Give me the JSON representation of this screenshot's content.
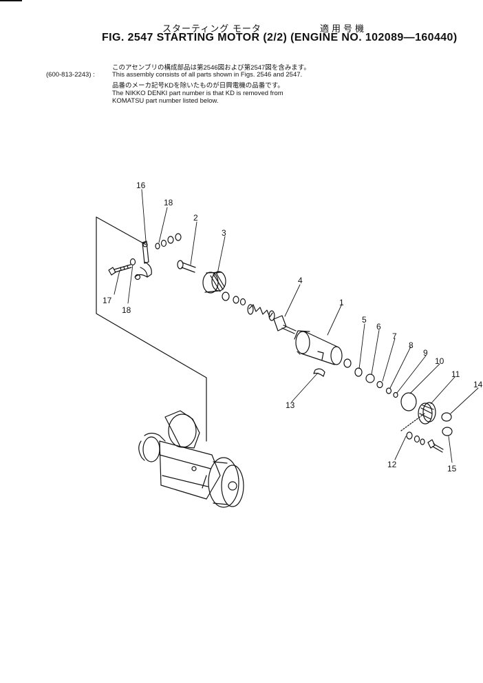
{
  "header": {
    "jp_title": "スターティング モータ",
    "jp_applicability": "適用号機",
    "fig_title": "FIG. 2547  STARTING MOTOR (2/2) (ENGINE NO. 102089—160440)"
  },
  "notes": {
    "jp_line1": "このアセンブリの構成部品は第2546図および第2547図を含みます。",
    "assembly_code": "(600-813-2243) :",
    "en_line1": "This assembly consists of all parts shown in Figs. 2546 and 2547.",
    "jp_line2": "品番のメーカ記号KDを除いたものが日興電機の品番です。",
    "en_line2": "The NIKKO DENKI part number is that KD is removed from",
    "en_line3": "KOMATSU part number listed below."
  },
  "callouts": [
    "16",
    "18",
    "2",
    "3",
    "17",
    "18",
    "4",
    "1",
    "5",
    "6",
    "7",
    "8",
    "9",
    "10",
    "11",
    "14",
    "13",
    "12",
    "15"
  ]
}
